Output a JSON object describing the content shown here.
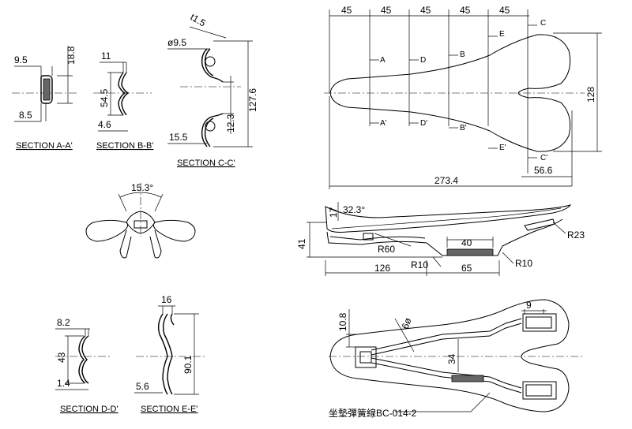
{
  "section_titles": {
    "aa": "SECTION A-A'",
    "bb": "SECTION B-B'",
    "cc": "SECTION C-C'",
    "dd": "SECTION D-D'",
    "ee": "SECTION E-E'"
  },
  "dims": {
    "aa_w": "9.5",
    "aa_h": "18.8",
    "aa_b": "8.5",
    "bb_w": "11",
    "bb_h": "54.5",
    "bb_b": "4.6",
    "cc_t": "t1.5",
    "cc_d": "ø9.5",
    "cc_h": "127.6",
    "cc_g": "12.3",
    "cc_b": "15.5",
    "angle_front": "15.3°",
    "dd_w": "8.2",
    "dd_h": "43",
    "dd_b": "1.4",
    "ee_w": "16",
    "ee_h": "90.1",
    "ee_b": "5.6",
    "top_spacing": [
      "45",
      "45",
      "45",
      "45",
      "45"
    ],
    "top_width": "128",
    "top_len": "273.4",
    "top_nose": "56.6",
    "side_t": "17",
    "side_ang": "32.3°",
    "side_h": "41",
    "side_r60": "R60",
    "side_40": "40",
    "side_r10a": "R10",
    "side_r10b": "R10",
    "side_r23": "R23",
    "side_126": "126",
    "side_65": "65",
    "bot_108": "10.8",
    "bot_6": "6ø",
    "bot_9": "9",
    "bot_34": "34"
  },
  "section_marks": {
    "a": "A",
    "a2": "A'",
    "b": "B",
    "b2": "B'",
    "c": "C",
    "c2": "C'",
    "d": "D",
    "d2": "D'",
    "e": "E",
    "e2": "E'"
  },
  "part_label": "坐墊彈簧線BC-014-2"
}
